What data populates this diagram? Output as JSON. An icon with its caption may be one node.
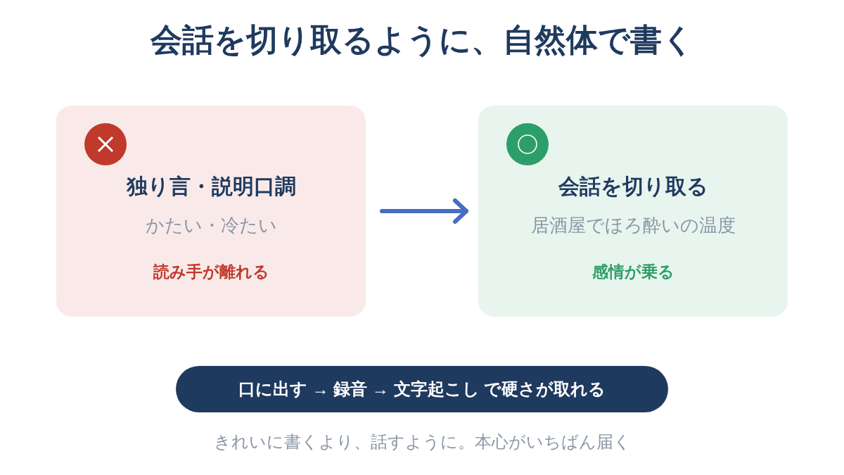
{
  "diagram": {
    "title": "会話を切り取るように、自然体で書く",
    "nodes": [
      {
        "text": [
          "独り言・説明口調",
          "かたい・冷たい",
          "読み手が離れる"
        ]
      },
      {
        "text": [
          "会話を切り取る",
          "居酒屋でほろ酔いの温度",
          "感情が乗る"
        ]
      },
      {
        "text": [
          "口に出す → 録音 → 文字起こし で硬さが取れる"
        ]
      }
    ],
    "edges": [
      {
        "from": 0,
        "to": 1,
        "arrow": "to"
      }
    ],
    "caption": "きれいに書くより、話すように。本心がいちばん届く"
  }
}
